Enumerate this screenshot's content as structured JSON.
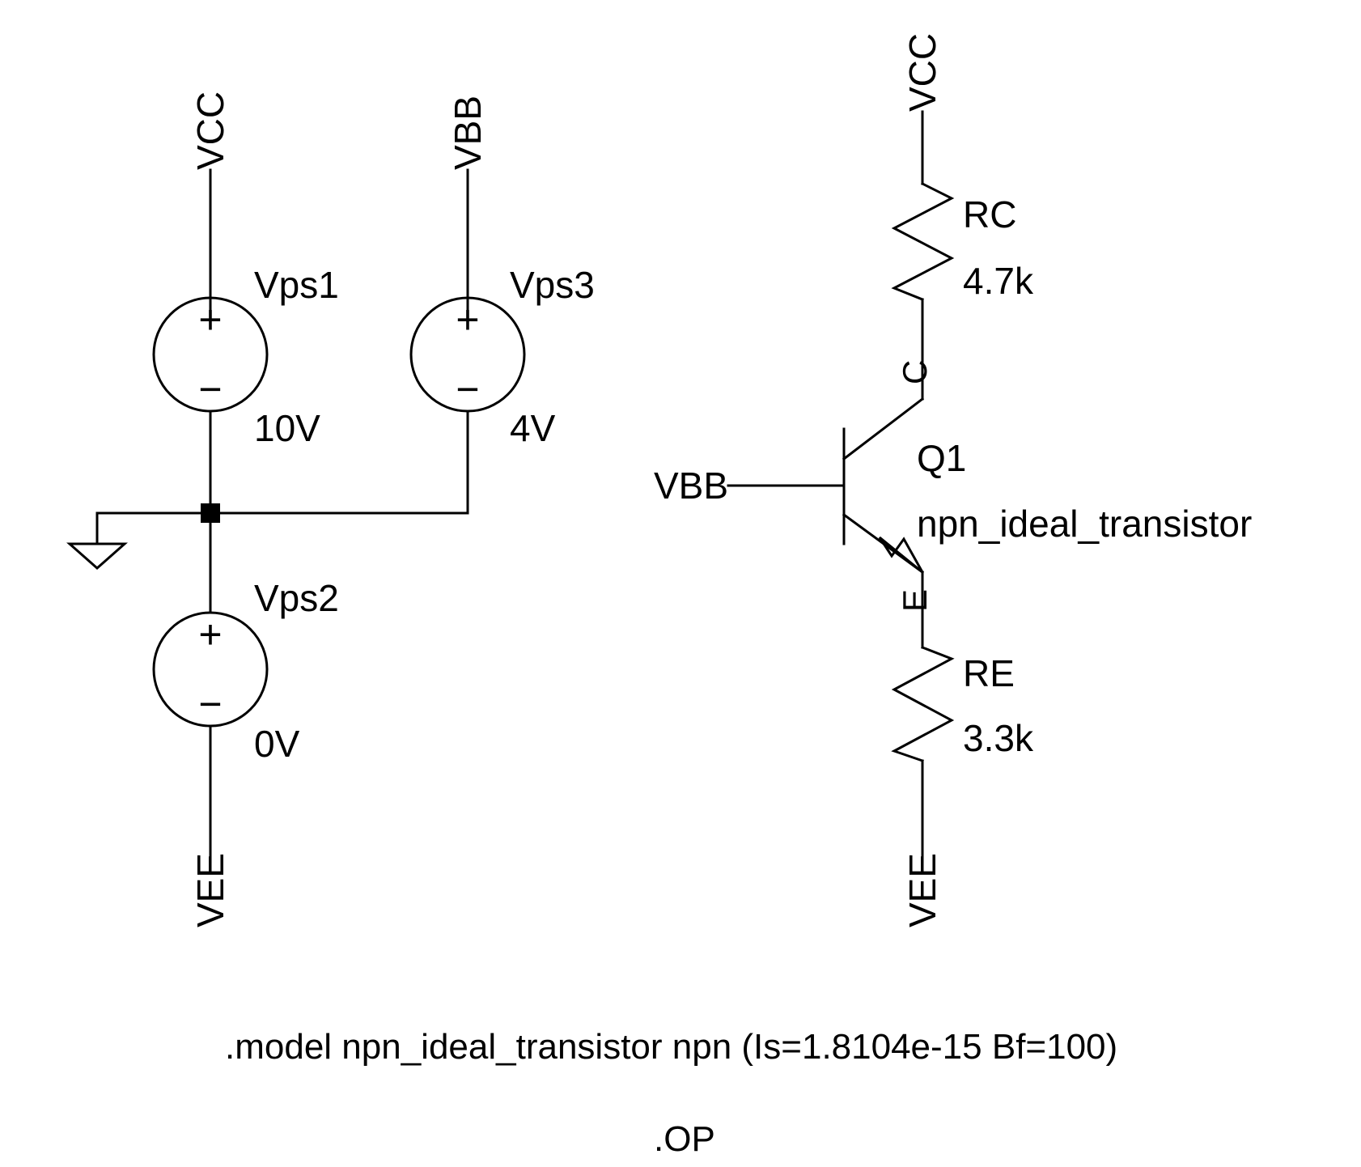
{
  "nets": {
    "vcc": "VCC",
    "vbb": "VBB",
    "vee": "VEE"
  },
  "sources": {
    "vps1": {
      "name": "Vps1",
      "value": "10V"
    },
    "vps2": {
      "name": "Vps2",
      "value": "0V"
    },
    "vps3": {
      "name": "Vps3",
      "value": "4V"
    }
  },
  "source_signs": {
    "plus": "+",
    "minus": "−"
  },
  "resistors": {
    "rc": {
      "name": "RC",
      "value": "4.7k"
    },
    "re": {
      "name": "RE",
      "value": "3.3k"
    }
  },
  "transistor": {
    "name": "Q1",
    "model": "npn_ideal_transistor",
    "collector_pin": "C",
    "emitter_pin": "E"
  },
  "directives": {
    "model": ".model npn_ideal_transistor npn (Is=1.8104e-15 Bf=100)",
    "op": ".OP"
  },
  "icons": {
    "ground": "ground-icon",
    "junction": "junction-dot-icon"
  }
}
